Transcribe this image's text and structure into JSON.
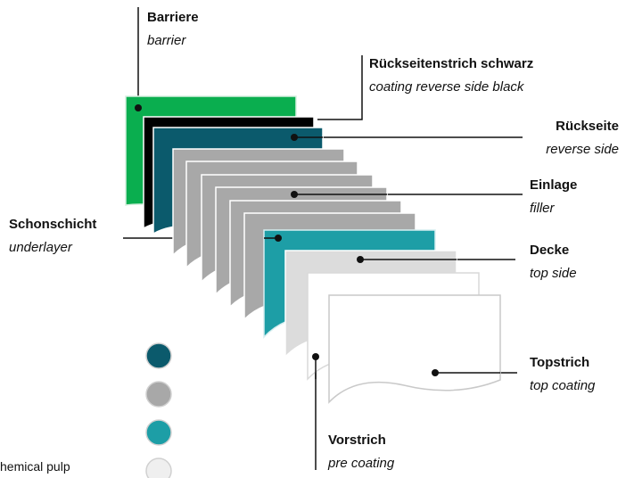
{
  "labels": {
    "barriere": {
      "de": "Barriere",
      "en": "barrier"
    },
    "rueckseitenstrich": {
      "de": "Rückseitenstrich schwarz",
      "en": "coating reverse side black"
    },
    "rueckseite": {
      "de": "Rückseite",
      "en": "reverse side"
    },
    "einlage": {
      "de": "Einlage",
      "en": "filler"
    },
    "schonschicht": {
      "de": "Schonschicht",
      "en": "underlayer"
    },
    "decke": {
      "de": "Decke",
      "en": "top side"
    },
    "topstrich": {
      "de": "Topstrich",
      "en": "top coating"
    },
    "vorstrich": {
      "de": "Vorstrich",
      "en": "pre coating"
    }
  },
  "legend": {
    "cut_text": "hemical pulp"
  },
  "colors": {
    "barrier": "#0aae4f",
    "black_coating": "#000000",
    "reverse_side": "#0b5a6c",
    "filler": "#a8a8a8",
    "top_side": "#1d9ea6",
    "pre_coating": "#d7d7d7",
    "top_coating": "#ffffff",
    "legend_white": "#efefef"
  }
}
